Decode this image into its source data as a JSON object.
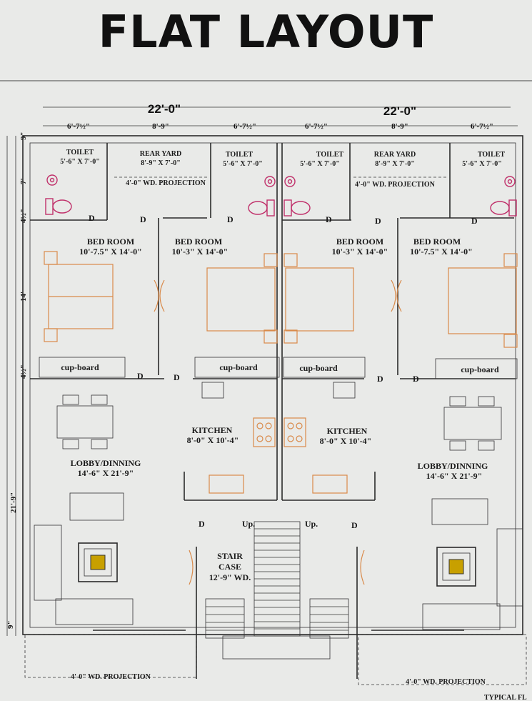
{
  "title": "FLAT LAYOUT",
  "dimensions": {
    "top_left_total": "22'-0\"",
    "top_right_total": "22'-0\"",
    "segments": [
      "6'-7½\"",
      "8'-9\"",
      "6'-7½\"",
      "6'-7½\"",
      "8'-9\"",
      "6'-7½\""
    ],
    "left_side": [
      "9\"",
      "7'",
      "4½\"",
      "14'",
      "4½\"",
      "21'-9\"",
      "9\""
    ]
  },
  "rooms": {
    "toilet_1": {
      "name": "TOILET",
      "size": "5'-6\" X 7'-0\""
    },
    "rear_yard_1": {
      "name": "REAR YARD",
      "size": "8'-9\" X 7'-0\""
    },
    "toilet_2": {
      "name": "TOILET",
      "size": "5'-6\" X 7'-0\""
    },
    "toilet_3": {
      "name": "TOILET",
      "size": "5'-6\" X 7'-0\""
    },
    "rear_yard_2": {
      "name": "REAR YARD",
      "size": "8'-9\" X 7'-0\""
    },
    "toilet_4": {
      "name": "TOILET",
      "size": "5'-6\" X 7'-0\""
    },
    "bed_1": {
      "name": "BED ROOM",
      "size": "10'-7.5\" X 14'-0\""
    },
    "bed_2": {
      "name": "BED ROOM",
      "size": "10'-3\" X 14'-0\""
    },
    "bed_3": {
      "name": "BED ROOM",
      "size": "10'-3\" X 14'-0\""
    },
    "bed_4": {
      "name": "BED ROOM",
      "size": "10'-7.5\" X 14'-0\""
    },
    "kitchen_1": {
      "name": "KITCHEN",
      "size": "8'-0\" X 10'-4\""
    },
    "kitchen_2": {
      "name": "KITCHEN",
      "size": "8'-0\" X 10'-4\""
    },
    "lobby_1": {
      "name": "LOBBY/DINNING",
      "size": "14'-6\" X 21'-9\""
    },
    "lobby_2": {
      "name": "LOBBY/DINNING",
      "size": "14'-6\" X 21'-9\""
    },
    "stair": {
      "line1": "STAIR",
      "line2": "CASE",
      "line3": "12'-9\" WD."
    }
  },
  "labels": {
    "wd_projection_top": "4'-0\" WD. PROJECTION",
    "wd_projection_bottom": "4'-0\" WD. PROJECTION",
    "cupboard": "cup-board",
    "door": "D",
    "up": "Up.",
    "corner_note": "TYPICAL FL"
  }
}
